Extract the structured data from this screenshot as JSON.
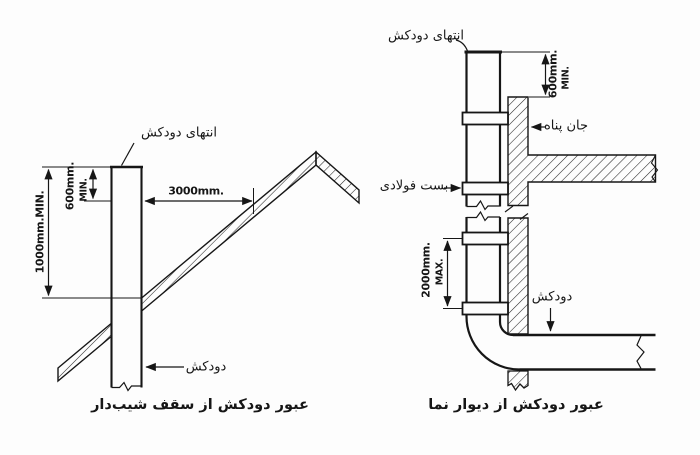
{
  "figure": {
    "colors": {
      "background": "#fdfdfd",
      "line": "#161616"
    }
  },
  "left_diagram": {
    "caption": "عبور دودکش از سقف شیب‌دار",
    "labels": {
      "chimney_end": "انتهای دودکش",
      "chimney": "دودکش"
    },
    "dimensions": {
      "min_height_above_penetration": "1000mm.MIN.",
      "min_height_above_roof_value": "600mm.",
      "min_height_above_roof_qual": "MIN.",
      "horizontal_clearance": "3000mm."
    }
  },
  "right_diagram": {
    "caption": "عبور دودکش از دیوار نما",
    "labels": {
      "chimney_end": "انتهای دودکش",
      "parapet": "جان پناه",
      "steel_clamp": "بست فولادی",
      "chimney": "دودکش"
    },
    "dimensions": {
      "min_above_parapet_value": "600mm.",
      "min_above_parapet_qual": "MIN.",
      "max_clamp_spacing_value": "2000mm.",
      "max_clamp_spacing_qual": "MAX."
    }
  }
}
